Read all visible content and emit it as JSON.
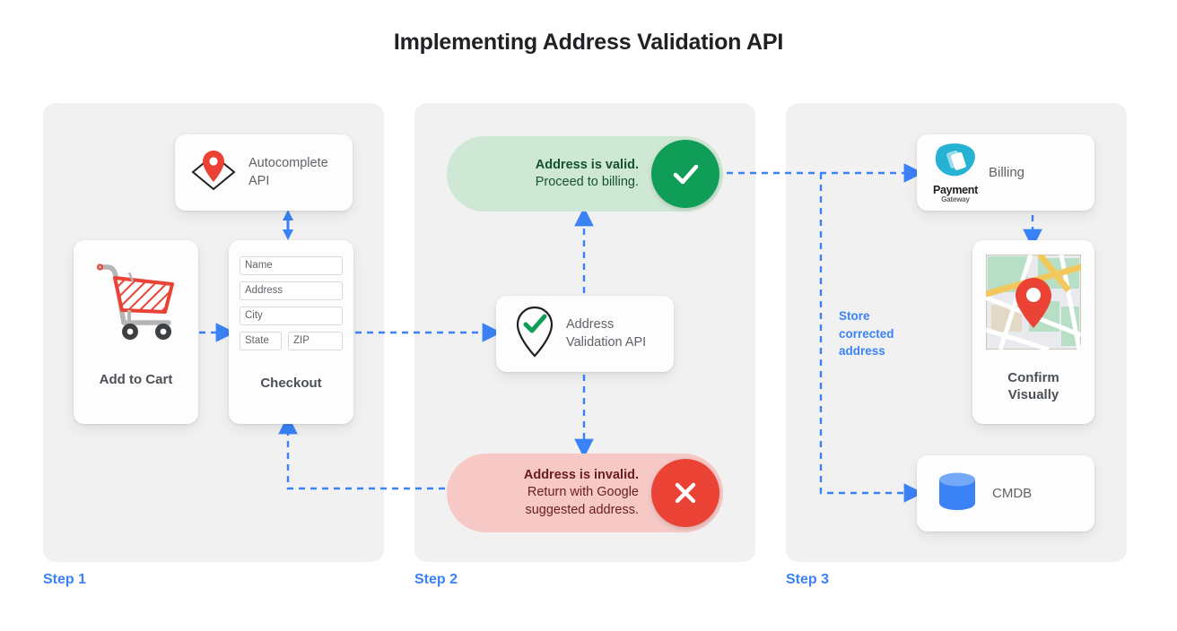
{
  "title": "Implementing Address Validation API",
  "colors": {
    "accent_blue": "#3b82f6",
    "valid_green": "#0f9d58",
    "invalid_red": "#ea4335",
    "pill_green_bg": "#cfe8d5",
    "pill_red_bg": "#f6c9c6",
    "panel_bg": "#f1f1f1",
    "pin_red": "#ea4335",
    "cmdb_blue": "#3b82f6",
    "payment_cyan": "#26b2d4"
  },
  "steps": [
    {
      "label": "Step 1"
    },
    {
      "label": "Step 2"
    },
    {
      "label": "Step 3"
    }
  ],
  "step1": {
    "autocomplete": {
      "label_line1": "Autocomplete",
      "label_line2": "API",
      "icon": "map-pin-diamond-icon"
    },
    "cart": {
      "caption": "Add to Cart",
      "icon": "shopping-cart-icon"
    },
    "checkout": {
      "caption": "Checkout",
      "fields": [
        {
          "name": "name-field",
          "label": "Name"
        },
        {
          "name": "address-field",
          "label": "Address"
        },
        {
          "name": "city-field",
          "label": "City"
        },
        {
          "name": "state-field",
          "label": "State"
        },
        {
          "name": "zip-field",
          "label": "ZIP"
        }
      ]
    }
  },
  "step2": {
    "valid": {
      "line1": "Address is valid.",
      "line2": "Proceed to billing.",
      "icon": "check-icon"
    },
    "invalid": {
      "line1": "Address is invalid.",
      "line2": "Return with Google",
      "line3": "suggested address.",
      "icon": "close-icon"
    },
    "validation_api": {
      "label_line1": "Address",
      "label_line2": "Validation API",
      "icon": "map-pin-check-icon"
    }
  },
  "step3": {
    "billing": {
      "label": "Billing",
      "logo_line1": "Payment",
      "logo_line2": "Gateway",
      "icon": "payment-gateway-icon"
    },
    "map": {
      "caption_line1": "Confirm",
      "caption_line2": "Visually",
      "icon": "map-thumbnail-icon"
    },
    "cmdb": {
      "label": "CMDB",
      "icon": "database-icon"
    },
    "note": {
      "line1": "Store",
      "line2": "corrected",
      "line3": "address"
    }
  }
}
